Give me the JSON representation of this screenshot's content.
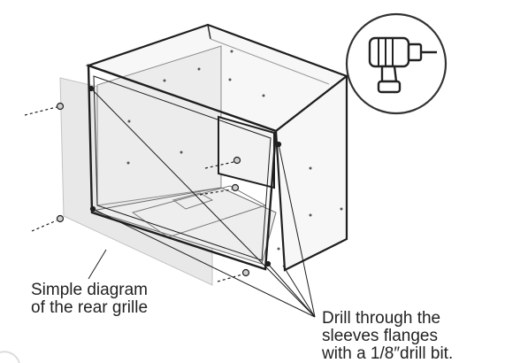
{
  "annotations": {
    "grille_label": [
      "Simple diagram",
      "of the rear grille"
    ],
    "drill_label": [
      "Drill through the",
      "sleeves flanges",
      "with a 1/8″drill bit."
    ]
  },
  "icons": {
    "badge": "drill-icon"
  },
  "colors": {
    "line": "#1f1f1f",
    "grille_fill": "#e4e4e4",
    "panel_fill": "#f4f4f4",
    "badge_stroke": "#333333"
  }
}
